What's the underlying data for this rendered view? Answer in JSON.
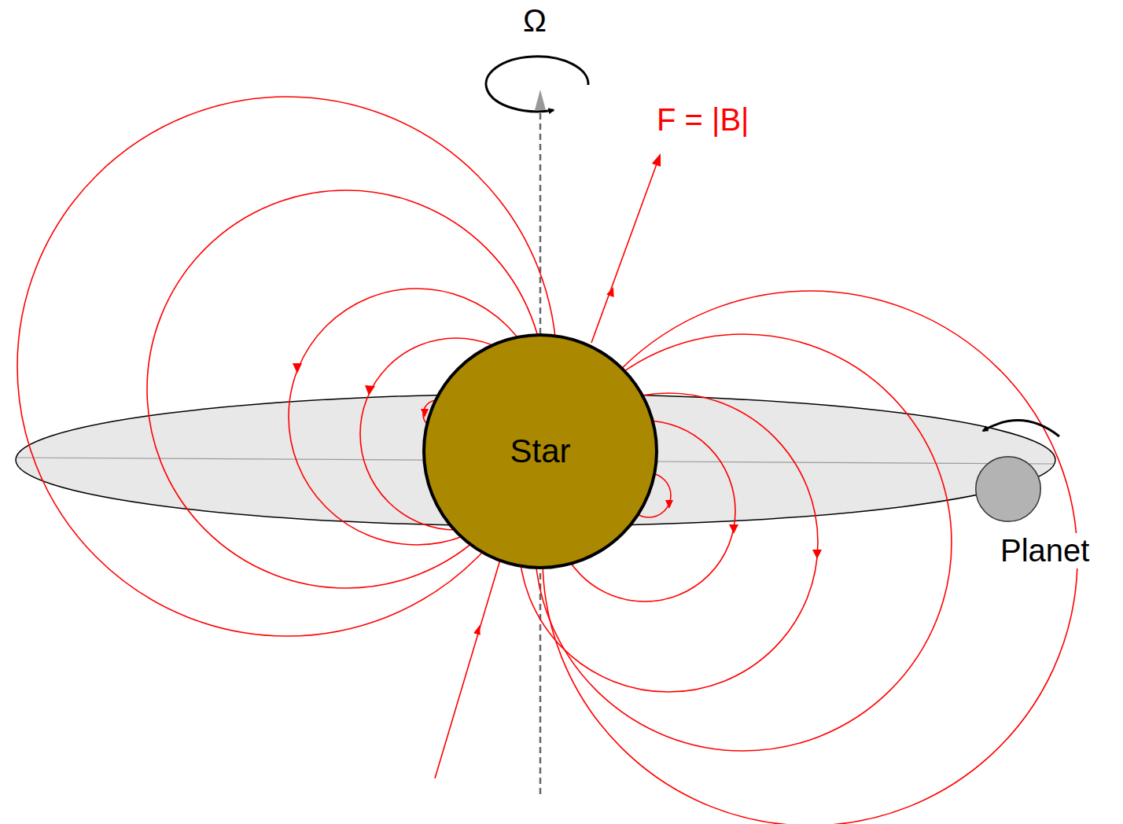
{
  "diagram": {
    "nodes": [
      {
        "text": [
          "Star"
        ]
      },
      {
        "text": [
          "Planet"
        ]
      }
    ],
    "labels": [
      "Ω",
      "F = |B|"
    ]
  }
}
